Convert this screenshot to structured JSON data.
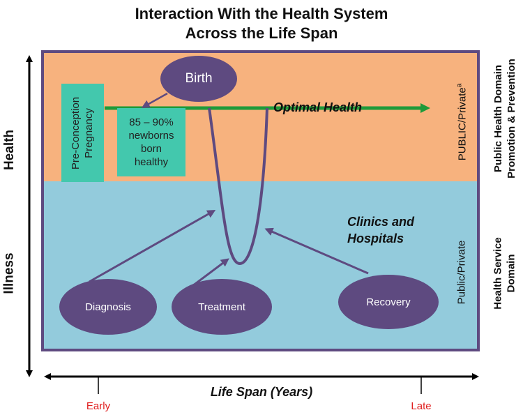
{
  "title_line1": "Interaction With the Health System",
  "title_line2": "Across the Life Span",
  "axes": {
    "y_top": "Health",
    "y_bottom": "Illness",
    "x_label": "Life Span (Years)",
    "x_tick_early": "Early",
    "x_tick_late": "Late"
  },
  "domains": {
    "public_health_line1": "Public Health Domain",
    "public_health_line2": "Promotion & Prevention",
    "health_service_line1": "Health Service",
    "health_service_line2": "Domain"
  },
  "sectors": {
    "top": "PUBLIC/Private",
    "top_superscript": "a",
    "bottom": "Public/Private"
  },
  "boxes": {
    "preconception_line1": "Pre-Conception",
    "preconception_line2": "Pregnancy",
    "newborns_line1": "85 – 90%",
    "newborns_line2": "newborns",
    "newborns_line3": "born",
    "newborns_line4": "healthy"
  },
  "labels": {
    "optimal_health": "Optimal Health",
    "clinics_line1": "Clinics and",
    "clinics_line2": "Hospitals"
  },
  "ovals": {
    "birth": "Birth",
    "diagnosis": "Diagnosis",
    "treatment": "Treatment",
    "recovery": "Recovery"
  },
  "colors": {
    "health_region": "#f7b27e",
    "illness_region": "#93cbdc",
    "frame": "#5e4a80",
    "oval": "#5e4a80",
    "teal_box": "#43c8ad",
    "optimal_arrow": "#1e9a3a",
    "tick_labels": "#e02020"
  }
}
